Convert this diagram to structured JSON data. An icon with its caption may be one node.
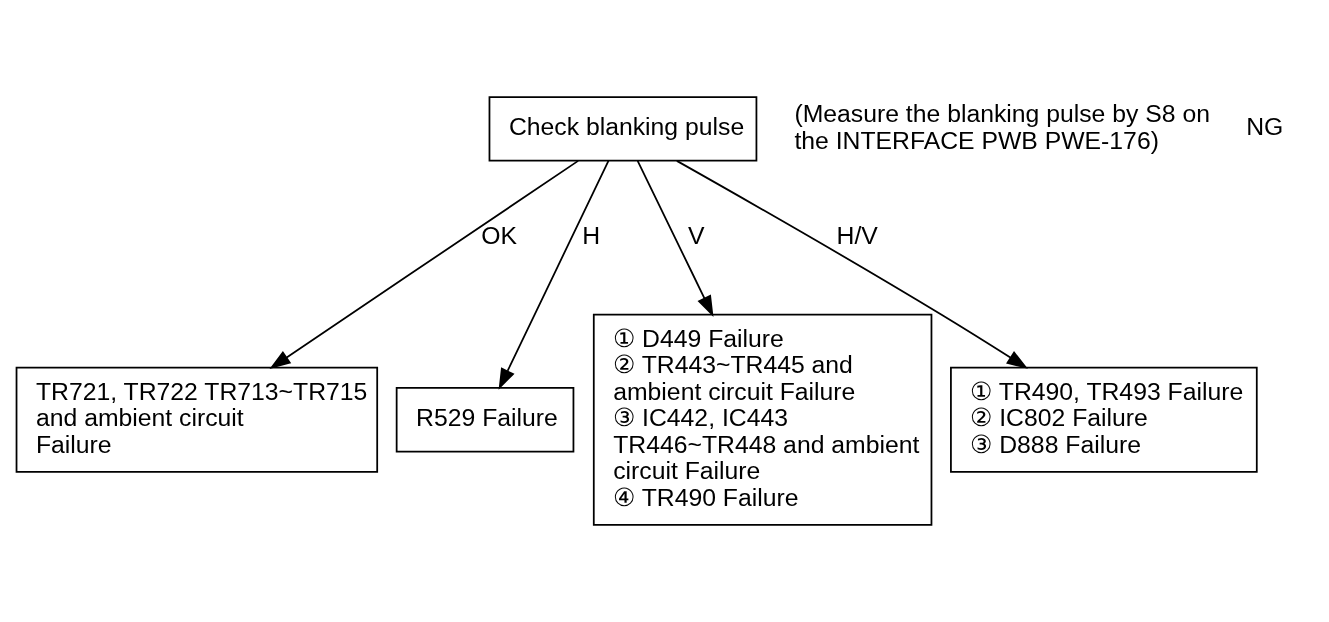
{
  "diagram": {
    "nodes": [
      {
        "text": [
          "Check blanking pulse"
        ],
        "beside": [
          "(Measure the blanking pulse by S8 on the INTERFACE PWB PWE-176)"
        ]
      },
      {
        "text": [
          "TR721, TR722 TR713~TR715 and ambient circuit Failure"
        ]
      },
      {
        "text": [
          "R529 Failure"
        ]
      },
      {
        "text": [
          "① D449 Failure",
          "② TR443~TR445 and ambient circuit Failure",
          "③ IC442, IC443 TR446~TR448 and ambient circuit Failure",
          "④ TR490 Failure"
        ]
      },
      {
        "text": [
          "① TR490, TR493 Failure",
          "② IC802 Failure",
          "③ D888 Failure"
        ]
      }
    ],
    "edges": [
      {
        "from": 0,
        "to": 1,
        "arrow": "to",
        "label": "OK"
      },
      {
        "from": 0,
        "to": 2,
        "arrow": "to",
        "label": "H"
      },
      {
        "from": 0,
        "to": 3,
        "arrow": "to",
        "label": "V"
      },
      {
        "from": 0,
        "to": 4,
        "arrow": "to",
        "label": "H/V"
      }
    ],
    "labels": [
      "NG"
    ]
  }
}
